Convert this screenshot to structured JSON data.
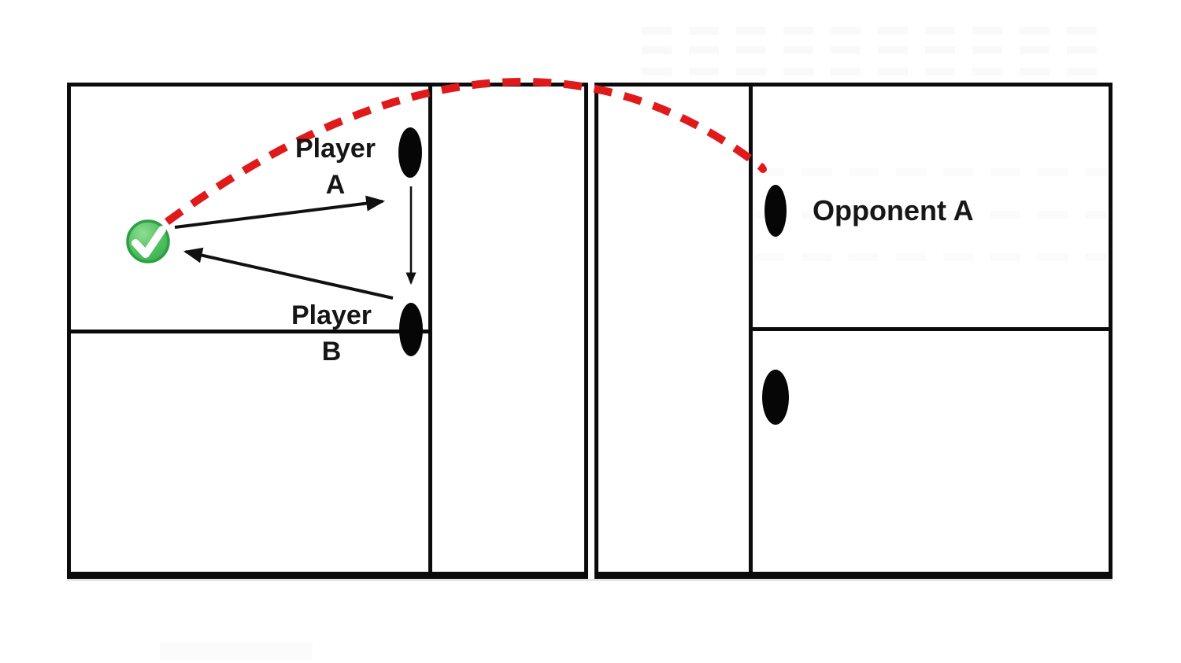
{
  "labels": {
    "player_a": {
      "line1": "Player",
      "line2": "A"
    },
    "player_b": {
      "line1": "Player",
      "line2": "B"
    },
    "opponent_a": "Opponent A"
  },
  "icons": {
    "check": "green-success-checkmark",
    "player_markers": "black-oval-player-position"
  },
  "colors": {
    "background": "#ffffff",
    "court_line": "#0b0b0b",
    "trajectory_red": "#e01a1a",
    "check_green_fill": "#4fc05f",
    "check_green_border": "#2e9e44",
    "check_mark": "#ffffff",
    "arrow_black": "#111111",
    "marker_black": "#060606",
    "label_text": "#161616"
  }
}
